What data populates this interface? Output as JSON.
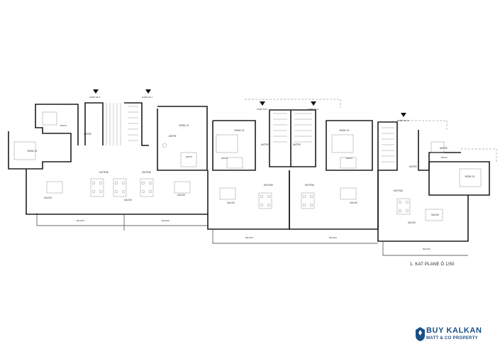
{
  "plan_title": "1. KAT PLANE Ö 1/50",
  "brand": {
    "name": "BUY KALKAN",
    "subtitle": "MATT & CO PROPERTY",
    "color": "#1a4f87"
  },
  "section_markers": [
    "DAİRE NO 6",
    "DAİRE NO 7",
    "DAİRE NO 8",
    "DAİRE NO 9",
    "DAİRE NO 10"
  ],
  "room_labels": {
    "yatak": [
      "YATAK 01",
      "YATAK 01",
      "YATAK 01",
      "YATAK 01",
      "YATAK 01"
    ],
    "antre": [
      "ANTRE",
      "ANTRE",
      "ANTRE",
      "ANTRE",
      "ANTRE",
      "ANTRE"
    ],
    "mutfak": [
      "MUTFAK",
      "MUTFAK",
      "MUTFAK",
      "MUTFAK",
      "MUTFAK"
    ],
    "salon": [
      "SALON",
      "SALON",
      "SALON",
      "SALON",
      "SALON",
      "SALON",
      "SALON"
    ],
    "banyo": [
      "BANYO",
      "BANYO",
      "BANYO",
      "BANYO",
      "BANYO"
    ],
    "balkon": [
      "BALKON",
      "BALKON",
      "BALKON",
      "BALKON",
      "BALKON"
    ]
  }
}
